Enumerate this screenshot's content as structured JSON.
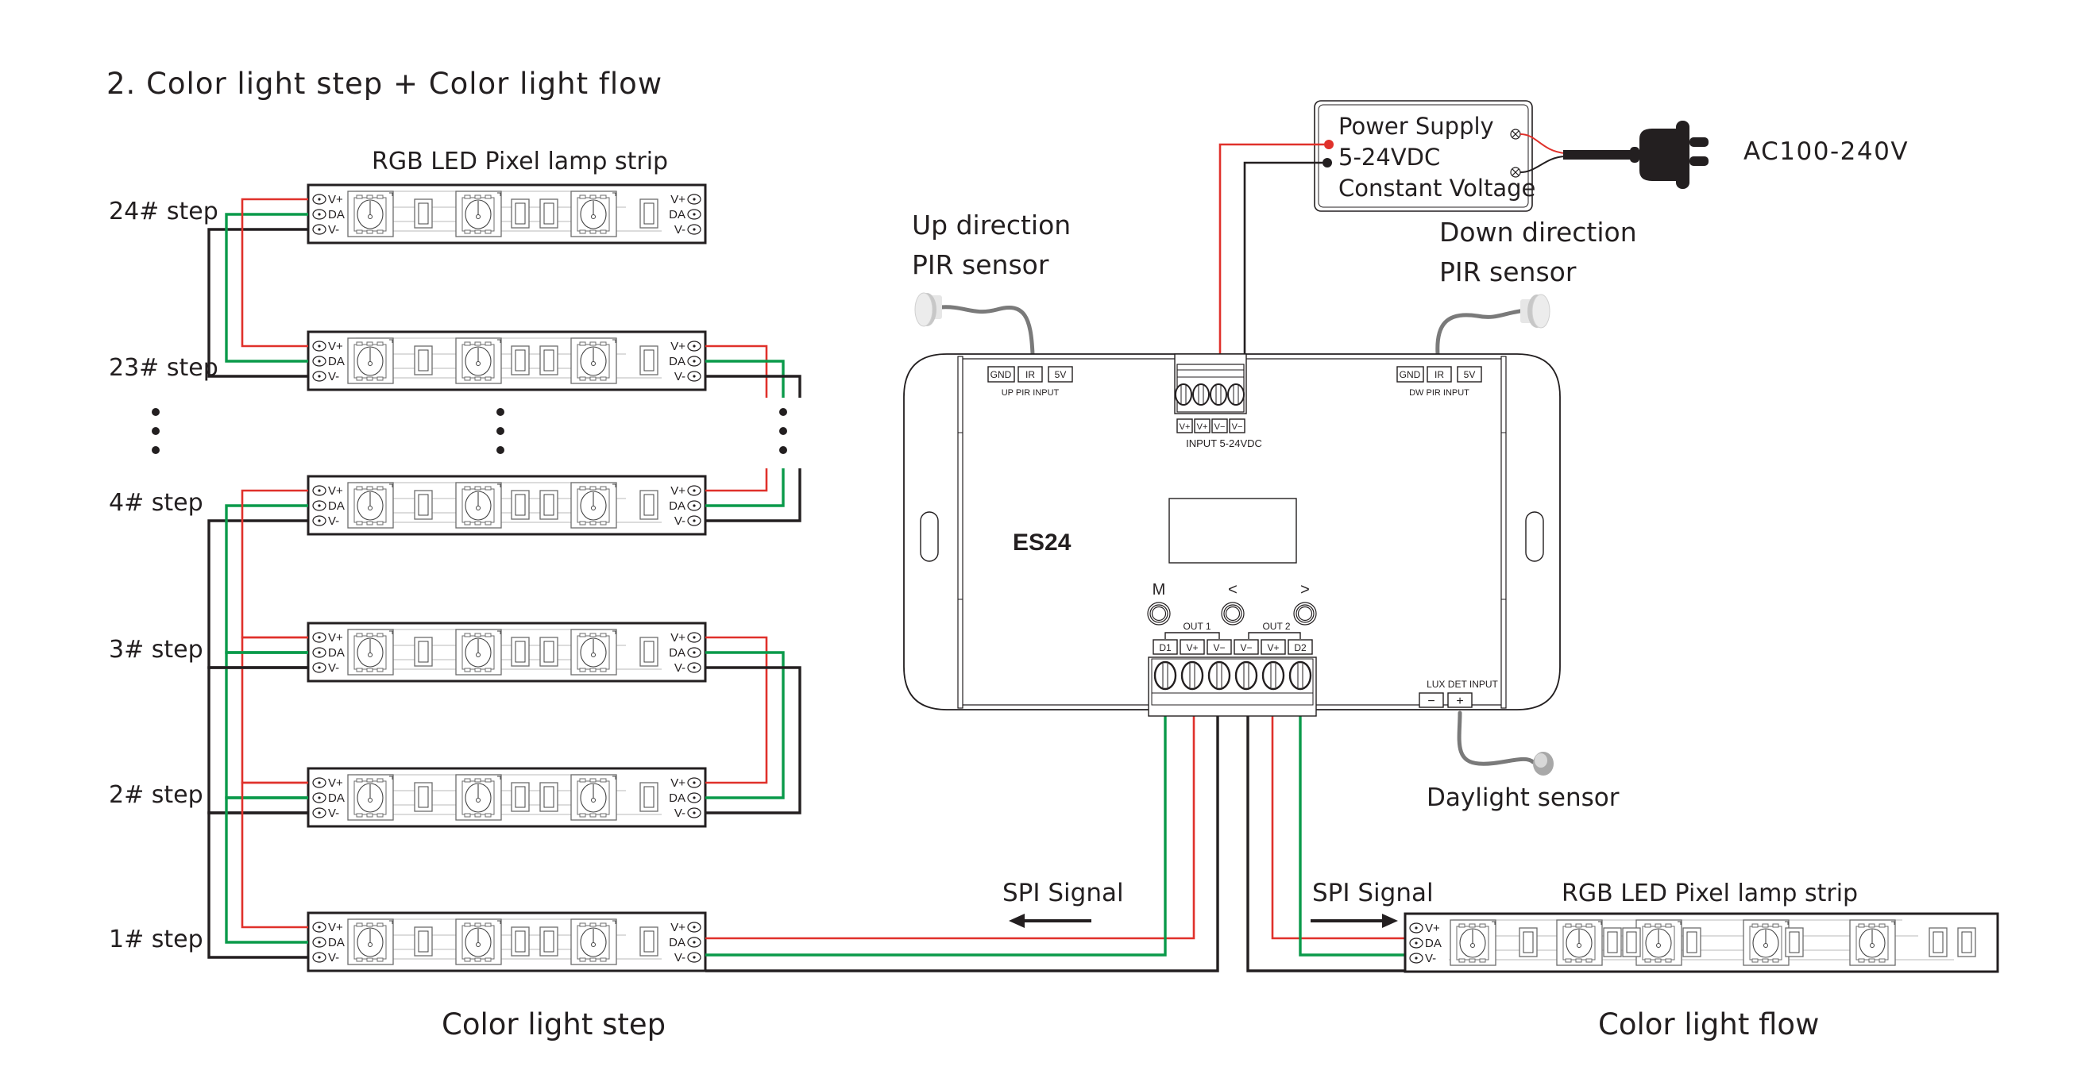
{
  "title": "2. Color light step + Color light flow",
  "colors": {
    "power_positive": "#e0312b",
    "data": "#0a9a4a",
    "ground": "#231f20",
    "sensor": "#9a9a9a"
  },
  "left_section": {
    "strip_heading": "RGB LED Pixel lamp strip",
    "steps": [
      {
        "label": "24# step"
      },
      {
        "label": "23# step"
      },
      {
        "label": "4# step"
      },
      {
        "label": "3# step"
      },
      {
        "label": "2# step"
      },
      {
        "label": "1# step"
      }
    ],
    "pin_labels": [
      "V+",
      "DA",
      "V-"
    ],
    "ellipsis": "⋮",
    "caption": "Color light step",
    "spi_label": "SPI Signal",
    "spi_direction": "left"
  },
  "right_section": {
    "strip_heading": "RGB LED Pixel lamp strip",
    "pin_labels": [
      "V+",
      "DA",
      "V-"
    ],
    "caption": "Color light flow",
    "spi_label": "SPI Signal",
    "spi_direction": "right"
  },
  "power_supply": {
    "line1": "Power Supply",
    "line2": "5-24VDC",
    "line3": "Constant Voltage",
    "ac_label": "AC100-240V"
  },
  "sensors": {
    "up_pir_line1": "Up direction",
    "up_pir_line2": "PIR sensor",
    "down_pir_line1": "Down direction",
    "down_pir_line2": "PIR sensor",
    "daylight": "Daylight sensor"
  },
  "controller": {
    "model": "ES24",
    "up_pir": {
      "pins": [
        "GND",
        "IR",
        "5V"
      ],
      "label": "UP PIR INPUT"
    },
    "dw_pir": {
      "pins": [
        "GND",
        "IR",
        "5V"
      ],
      "label": "DW PIR INPUT"
    },
    "input": {
      "pins": [
        "V+",
        "V+",
        "V−",
        "V−"
      ],
      "label": "INPUT 5-24VDC"
    },
    "buttons": [
      {
        "label": "M"
      },
      {
        "label": "<"
      },
      {
        "label": ">"
      }
    ],
    "out1_label": "OUT 1",
    "out2_label": "OUT 2",
    "output_pins": [
      "D1",
      "V+",
      "V−",
      "V−",
      "V+",
      "D2"
    ],
    "lux": {
      "label": "LUX DET INPUT",
      "pins": [
        "−",
        "+"
      ]
    }
  }
}
